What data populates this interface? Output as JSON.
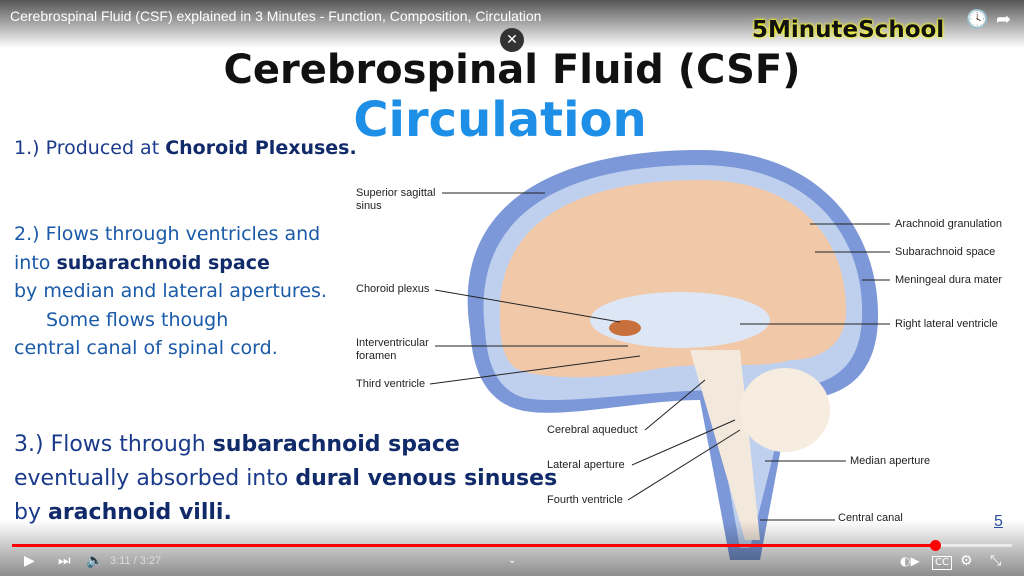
{
  "video": {
    "title": "Cerebrospinal Fluid (CSF) explained in 3 Minutes - Function, Composition, Circulation",
    "channel_logo": "5MinuteSchool"
  },
  "slide": {
    "title": "Cerebrospinal Fluid (CSF)",
    "subtitle": "Circulation",
    "point1": {
      "a": "1.) Produced at ",
      "b": "Choroid Plexuses."
    },
    "point2": {
      "l1": "2.) Flows through ventricles and",
      "l2a": "into ",
      "l2b": "subarachnoid space",
      "l3": "by median and lateral apertures.",
      "l4": "Some flows though",
      "l5": "central canal of spinal cord."
    },
    "point3": {
      "l1a": "3.) Flows through ",
      "l1b": "subarachnoid space",
      "l2a": "eventually absorbed into ",
      "l2b": "dural venous sinuses",
      "l3a": "by ",
      "l3b": "arachnoid villi."
    },
    "labels": {
      "superior_sagittal": "Superior sagittal",
      "sinus": "sinus",
      "choroid_plexus": "Choroid plexus",
      "interventricular": "Interventricular",
      "foramen": "foramen",
      "third_ventricle": "Third ventricle",
      "cerebral_aqueduct": "Cerebral aqueduct",
      "lateral_aperture": "Lateral aperture",
      "fourth_ventricle": "Fourth ventricle",
      "arachnoid_granulation": "Arachnoid granulation",
      "subarachnoid_space": "Subarachnoid space",
      "meningeal_dura": "Meningeal dura mater",
      "right_lateral_ventricle": "Right lateral ventricle",
      "median_aperture": "Median aperture",
      "central_canal": "Central canal"
    },
    "corner_mark": "5"
  },
  "player": {
    "current_time": "3:11",
    "duration": "3:27",
    "time_display": "3:11 / 3:27",
    "progress_percent": 92.3,
    "accent": "#ff0000"
  }
}
